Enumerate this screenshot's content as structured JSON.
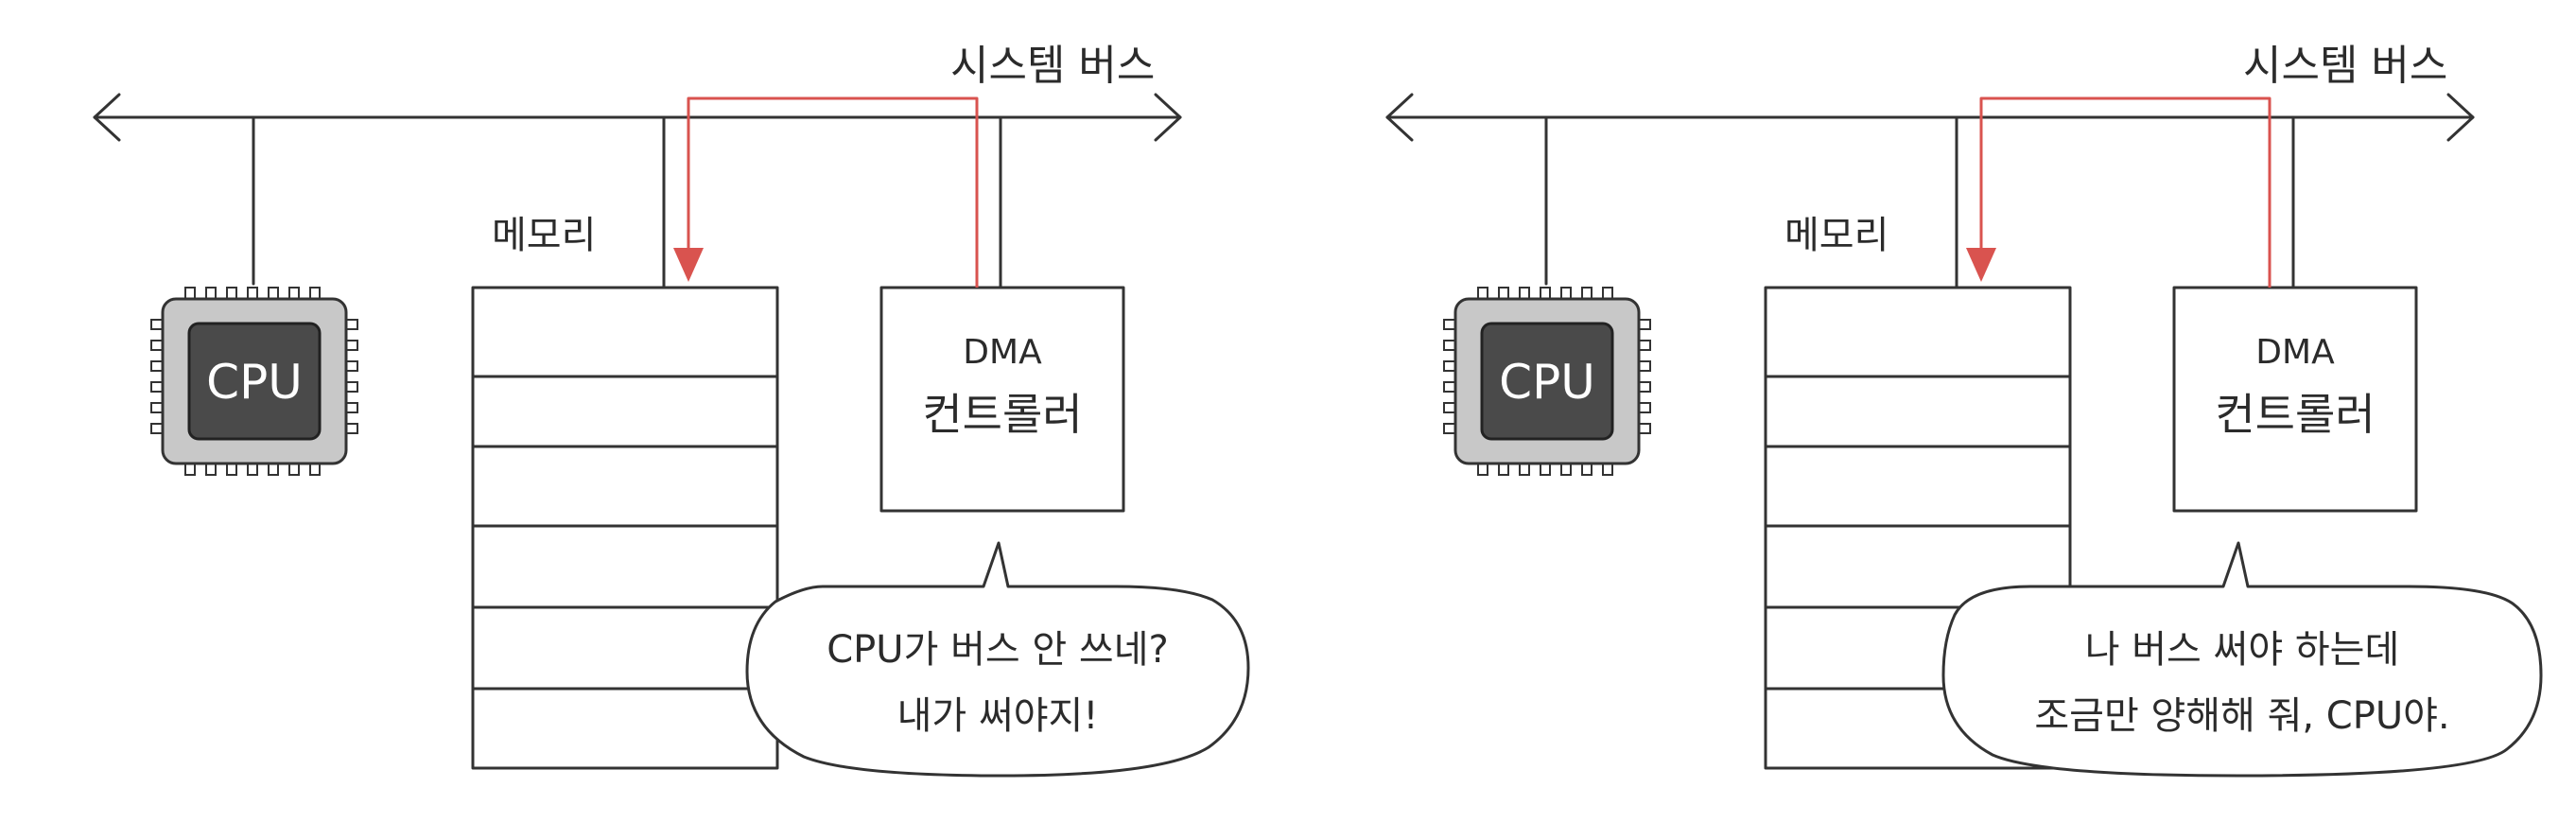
{
  "panels": [
    {
      "bus_label": "시스템 버스",
      "memory_label": "메모리",
      "cpu_label": "CPU",
      "dma_title": "DMA",
      "dma_subtitle": "컨트롤러",
      "bubble_lines": [
        "CPU가 버스 안 쓰네?",
        "내가 써야지!"
      ]
    },
    {
      "bus_label": "시스템 버스",
      "memory_label": "메모리",
      "cpu_label": "CPU",
      "dma_title": "DMA",
      "dma_subtitle": "컨트롤러",
      "bubble_lines": [
        "나 버스 써야 하는데",
        "조금만 양해해 줘, CPU야."
      ]
    }
  ],
  "colors": {
    "line": "#333333",
    "signal_arrow": "#d9534f",
    "chip_body": "#c8c8c8",
    "chip_core": "#4a4a4a"
  }
}
